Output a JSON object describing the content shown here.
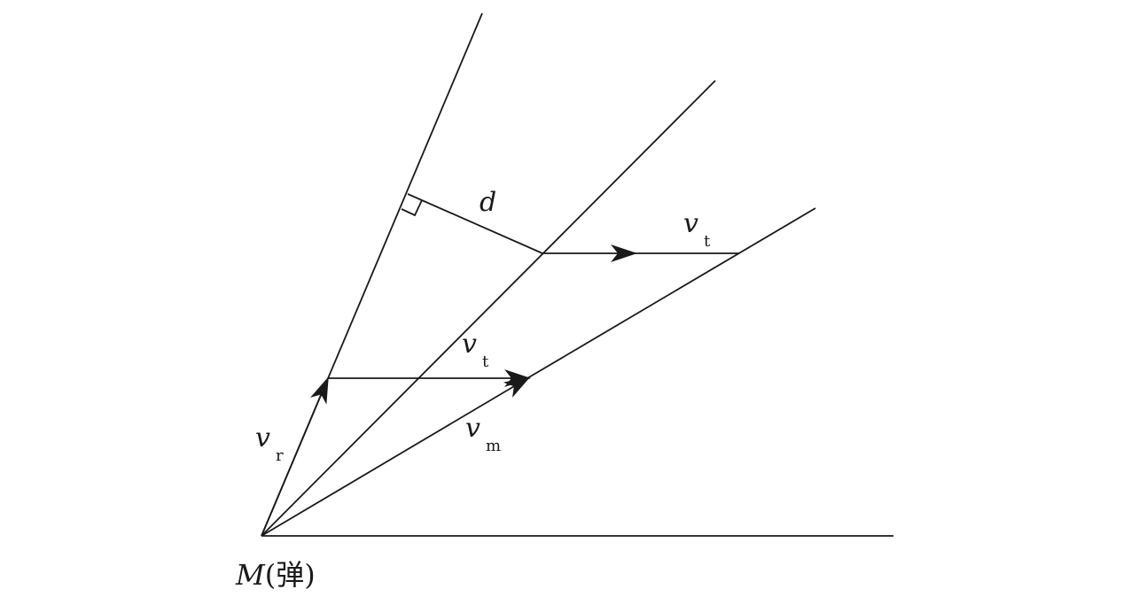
{
  "labels": {
    "d": "d",
    "vt_top_main": "v",
    "vt_top_sub": "t",
    "vt_mid_main": "v",
    "vt_mid_sub": "t",
    "vr_main": "v",
    "vr_sub": "r",
    "vm_main": "v",
    "vm_sub": "m",
    "origin_main": "M",
    "origin_paren": "(弹)"
  },
  "colors": {
    "stroke": "#1a1a1a",
    "background": "#ffffff"
  }
}
